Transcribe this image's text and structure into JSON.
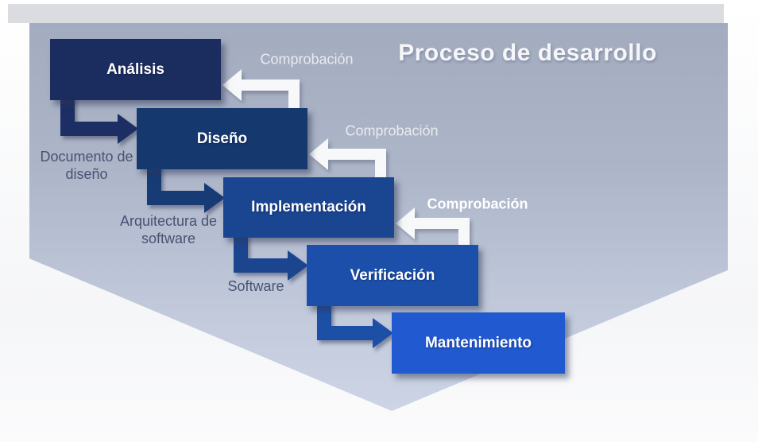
{
  "title": "Proceso de desarrollo",
  "stages": [
    {
      "label": "Análisis",
      "color": "#1b2d5e"
    },
    {
      "label": "Diseño",
      "color": "#15386f"
    },
    {
      "label": "Implementación",
      "color": "#1a4591"
    },
    {
      "label": "Verificación",
      "color": "#1b4fa9"
    },
    {
      "label": "Mantenimiento",
      "color": "#2059d0"
    }
  ],
  "deliverables": [
    {
      "label": "Documento de diseño"
    },
    {
      "label": "Arquitectura de software"
    },
    {
      "label": "Software"
    }
  ],
  "feedback": [
    {
      "label": "Comprobación"
    },
    {
      "label": "Comprobación"
    },
    {
      "label": "Comprobación"
    }
  ],
  "colors": {
    "panel_top": "#a3abbf",
    "panel_bottom": "#ccd4e6",
    "top_band": "#dadce0",
    "arrow_1": "#1b2f63",
    "arrow_2": "#173a75",
    "arrow_3": "#1b4590",
    "arrow_4": "#1c4fa6",
    "feedback_arrow": "#f7f8f9",
    "deliverable_text": "#485371",
    "feedback_text": "#e9ebee",
    "title_text": "#f5f6f8"
  }
}
